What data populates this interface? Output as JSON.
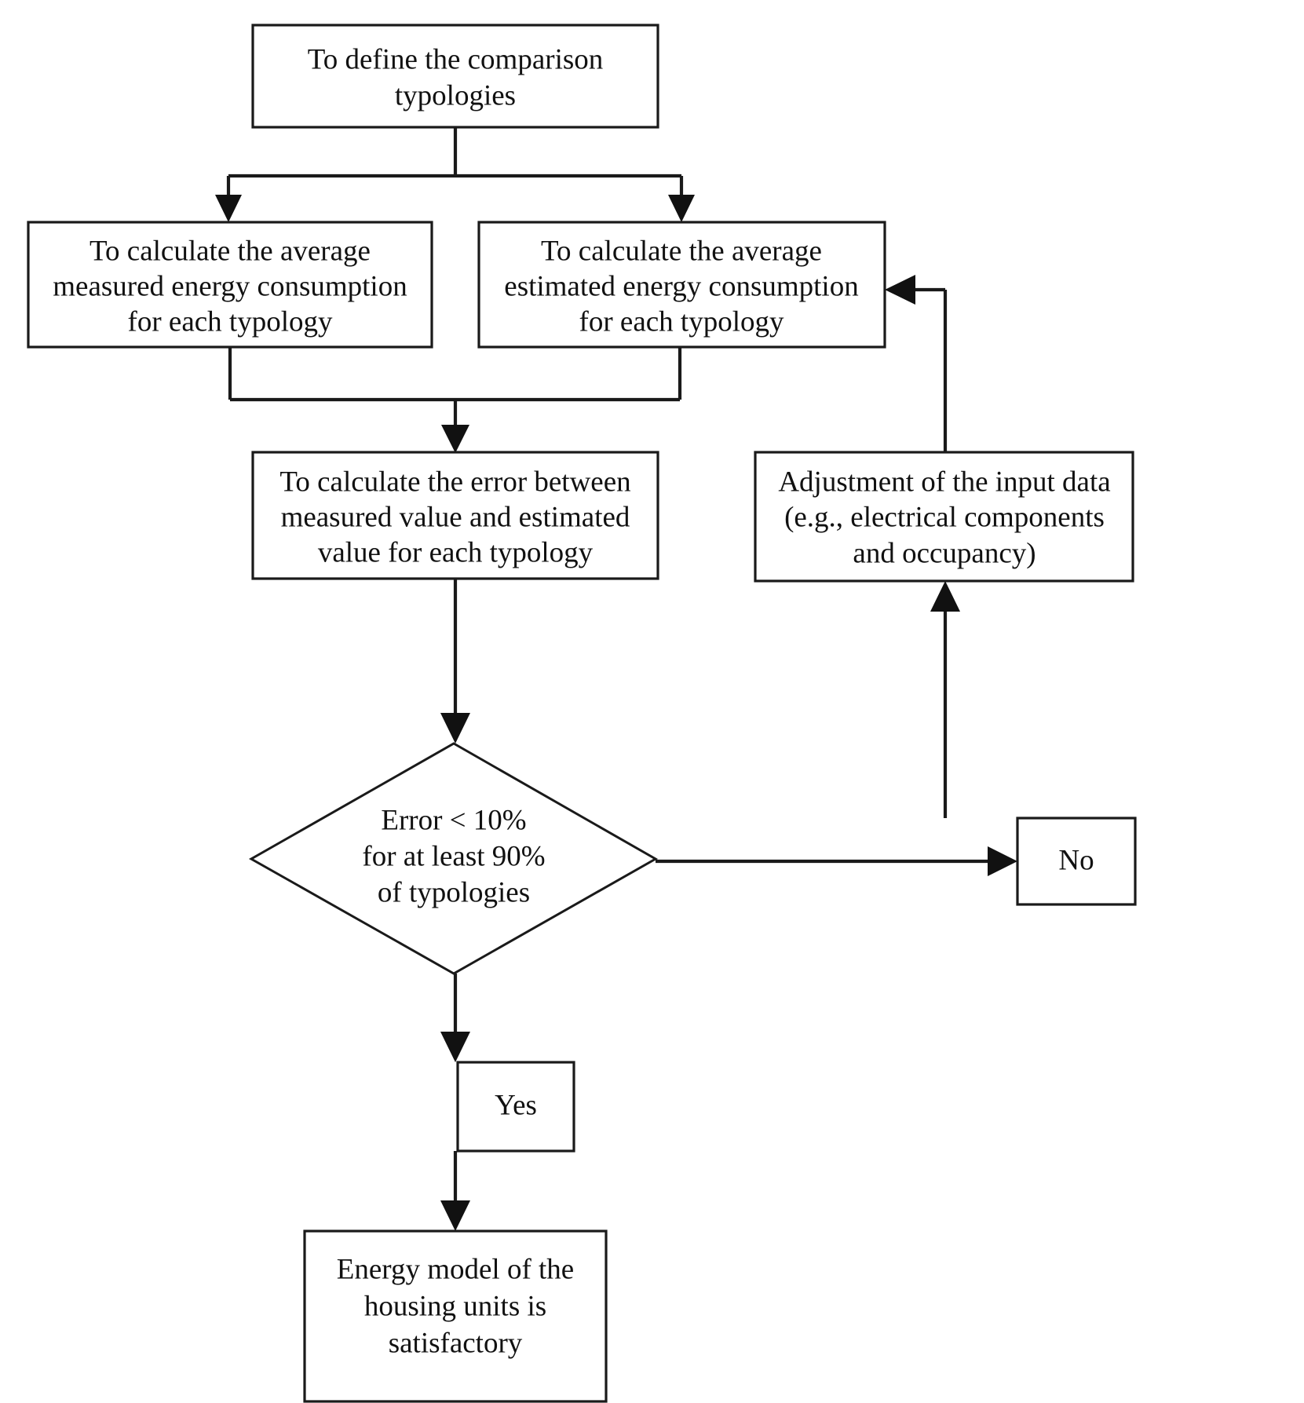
{
  "diagram": {
    "title": "Energy model validation flowchart",
    "type": "flowchart",
    "colors": {
      "background": "#ffffff",
      "stroke": "#1a1a1a",
      "text": "#111111"
    },
    "nodes": {
      "define_typologies": {
        "shape": "rectangle",
        "lines": [
          "To define the comparison",
          "typologies"
        ]
      },
      "avg_measured": {
        "shape": "rectangle",
        "lines": [
          "To calculate the average",
          "measured energy consumption",
          "for each typology"
        ]
      },
      "avg_estimated": {
        "shape": "rectangle",
        "lines": [
          "To calculate the average",
          "estimated energy consumption",
          "for each typology"
        ]
      },
      "calc_error": {
        "shape": "rectangle",
        "lines": [
          "To calculate the error between",
          "measured value and estimated",
          "value for each typology"
        ]
      },
      "adjustment": {
        "shape": "rectangle",
        "lines": [
          "Adjustment of the input data",
          "(e.g., electrical components",
          "and occupancy)"
        ]
      },
      "decision": {
        "shape": "diamond",
        "lines": [
          "Error < 10%",
          "for at least 90%",
          "of typologies"
        ]
      },
      "branch_no": {
        "shape": "rectangle",
        "lines": [
          "No"
        ]
      },
      "branch_yes": {
        "shape": "rectangle",
        "lines": [
          "Yes"
        ]
      },
      "result": {
        "shape": "rectangle",
        "lines": [
          "Energy model of the",
          "housing units is",
          "satisfactory"
        ]
      }
    },
    "edges": [
      {
        "from": "define_typologies",
        "to": "avg_measured",
        "label": ""
      },
      {
        "from": "define_typologies",
        "to": "avg_estimated",
        "label": ""
      },
      {
        "from": "avg_measured",
        "to": "calc_error",
        "label": ""
      },
      {
        "from": "avg_estimated",
        "to": "calc_error",
        "label": ""
      },
      {
        "from": "calc_error",
        "to": "decision",
        "label": ""
      },
      {
        "from": "decision",
        "to": "branch_no",
        "label": "No"
      },
      {
        "from": "decision",
        "to": "branch_yes",
        "label": "Yes"
      },
      {
        "from": "branch_no",
        "to": "adjustment",
        "label": ""
      },
      {
        "from": "adjustment",
        "to": "avg_estimated",
        "label": ""
      },
      {
        "from": "branch_yes",
        "to": "result",
        "label": ""
      }
    ]
  }
}
